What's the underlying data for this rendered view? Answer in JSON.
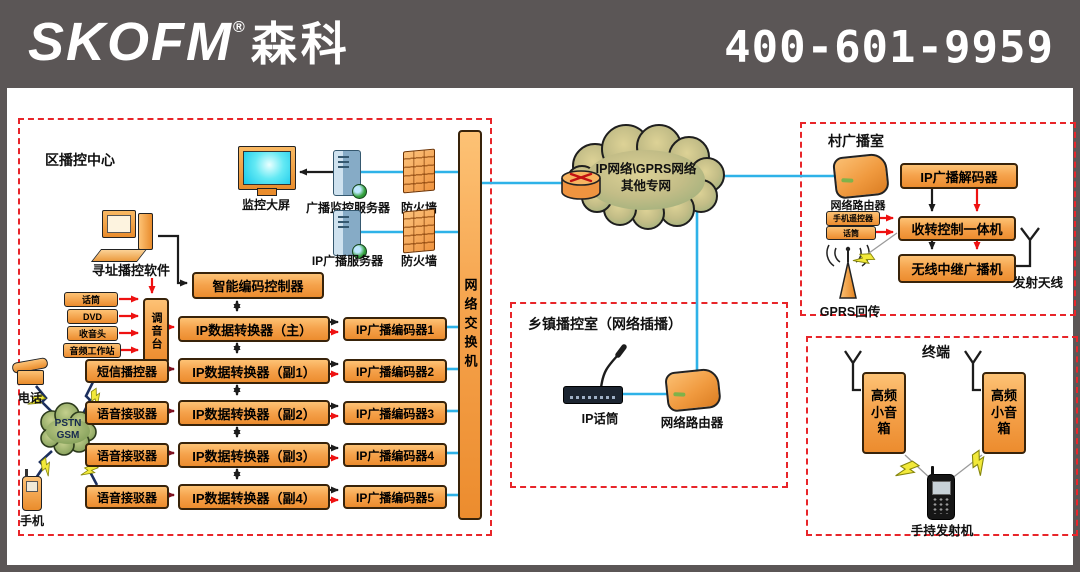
{
  "header": {
    "brand": "SKOFM",
    "reg": "®",
    "brand_cn": "森科",
    "phone": "400-601-9959"
  },
  "district": {
    "title": "区播控中心",
    "monitor": "监控大屏",
    "broadcast_monitor_server": "广播监控服务器",
    "firewall": "防火墙",
    "ip_broadcast_server": "IP广播服务器",
    "addressing_software": "寻址播控软件",
    "smart_encoder_controller": "智能编码控制器",
    "audio_sources": [
      "话筒",
      "DVD",
      "收音头",
      "音频工作站"
    ],
    "mixer": "调音台",
    "sms_controller": "短信播控器",
    "voice_adapter": "语音接驳器",
    "converters": [
      "IP数据转换器（主）",
      "IP数据转换器（副1）",
      "IP数据转换器（副2）",
      "IP数据转换器（副3）",
      "IP数据转换器（副4）"
    ],
    "encoders": [
      "IP广播编码器1",
      "IP广播编码器2",
      "IP广播编码器3",
      "IP广播编码器4",
      "IP广播编码器5"
    ],
    "network_switch": "网络交换机",
    "telephone": "电话",
    "mobile": "手机",
    "pstn": "PSTN",
    "gsm": "GSM"
  },
  "cloud": {
    "line1": "IP网络\\GPRS网络",
    "line2": "其他专网"
  },
  "town": {
    "title": "乡镇播控室（网络插播）",
    "ip_mic": "IP话筒",
    "router": "网络路由器"
  },
  "village": {
    "title": "村广播室",
    "router": "网络路由器",
    "decoder": "IP广播解码器",
    "input_remote": "手机遥控器",
    "input_mic": "话筒",
    "receiver_controller": "收转控制一体机",
    "wireless_relay": "无线中继广播机",
    "tx_antenna": "发射天线",
    "gprs_return": "GPRS回传"
  },
  "terminal": {
    "title": "终端",
    "speaker": "高频小音箱",
    "handheld": "手持发射机"
  },
  "colors": {
    "header_bg": "#5b5656",
    "box_orange": "#f5a24b",
    "dashed_red": "#e8252a",
    "line_cyan": "#2eb2e8",
    "arrow_red": "#ee1111",
    "arrow_black": "#1c1c1c",
    "arrow_maroon": "#7d1120",
    "bolt_yellow": "#f2e93a",
    "screen_cyan": "#35d9ee",
    "cloud_green": "#aab87e"
  }
}
